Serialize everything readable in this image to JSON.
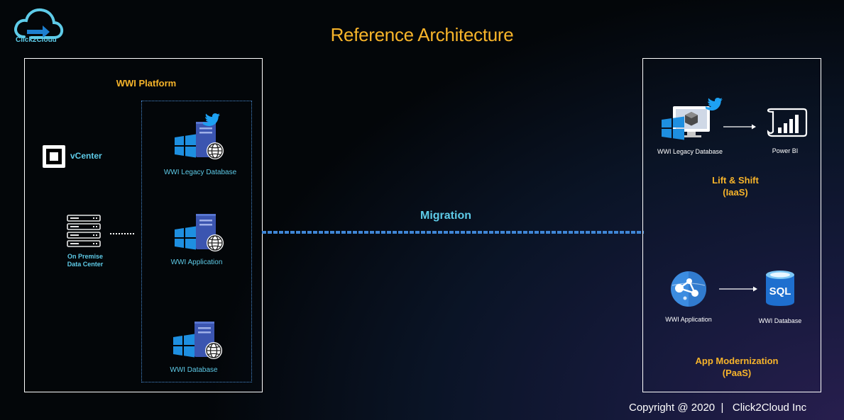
{
  "logo": {
    "text": "Click2Cloud",
    "icon": "cloud-arrow-icon"
  },
  "title": "Reference Architecture",
  "platform": {
    "title": "WWI Platform",
    "vcenter_label": "vCenter",
    "datacenter_label": "On Premise Data Center",
    "servers": [
      {
        "label": "WWI Legacy Database",
        "icon": "windows-server-icon"
      },
      {
        "label": "WWI Application",
        "icon": "windows-server-icon"
      },
      {
        "label": "WWI Database",
        "icon": "windows-server-icon"
      }
    ]
  },
  "migration_label": "Migration",
  "target": {
    "lift_shift": {
      "title": "Lift & Shift",
      "subtitle": "(IaaS)",
      "source": "WWI Legacy Database",
      "destination": "Power BI"
    },
    "app_modernization": {
      "title": "App Modernization",
      "subtitle": "(PaaS)",
      "source": "WWI Application",
      "destination": "WWI Database",
      "sql_text": "SQL"
    }
  },
  "copyright": "Copyright @ 2020  |   Click2Cloud Inc",
  "colors": {
    "accent_orange": "#f7b42a",
    "accent_cyan": "#5ecbe8",
    "windows_blue": "#1e8fe0",
    "server_blue": "#3b55b0"
  }
}
